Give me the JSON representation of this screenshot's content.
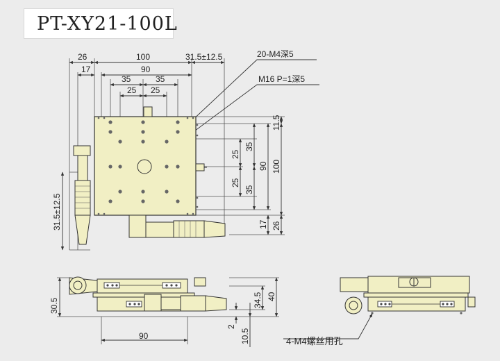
{
  "title": "PT-XY21-100L",
  "colors": {
    "body_fill": "#f1efc4",
    "outline": "#333333",
    "background": "#ececec",
    "title_bg": "#ffffff"
  },
  "top_view": {
    "dims_top": {
      "d26": "26",
      "d100": "100",
      "d31_5": "31.5±12.5",
      "d17": "17",
      "d90": "90",
      "d35a": "35",
      "d35b": "35",
      "d25a": "25",
      "d25b": "25"
    },
    "callouts": {
      "tapped_holes": "20-M4深5",
      "center_thread": "M16 P=1深5"
    },
    "dims_right": {
      "d11_5": "11.5",
      "d25a": "25",
      "d25b": "25",
      "d35a": "35",
      "d35b": "35",
      "d90": "90",
      "d100": "100",
      "d17": "17",
      "d26": "26"
    },
    "dim_left": "31.5±12.5"
  },
  "front_view": {
    "d30_5": "30.5",
    "d90": "90",
    "d34_5": "34.5",
    "d40": "40",
    "d2": "2",
    "d10_5": "10.5"
  },
  "side_view": {
    "callout": "4-M4螺丝用孔"
  }
}
